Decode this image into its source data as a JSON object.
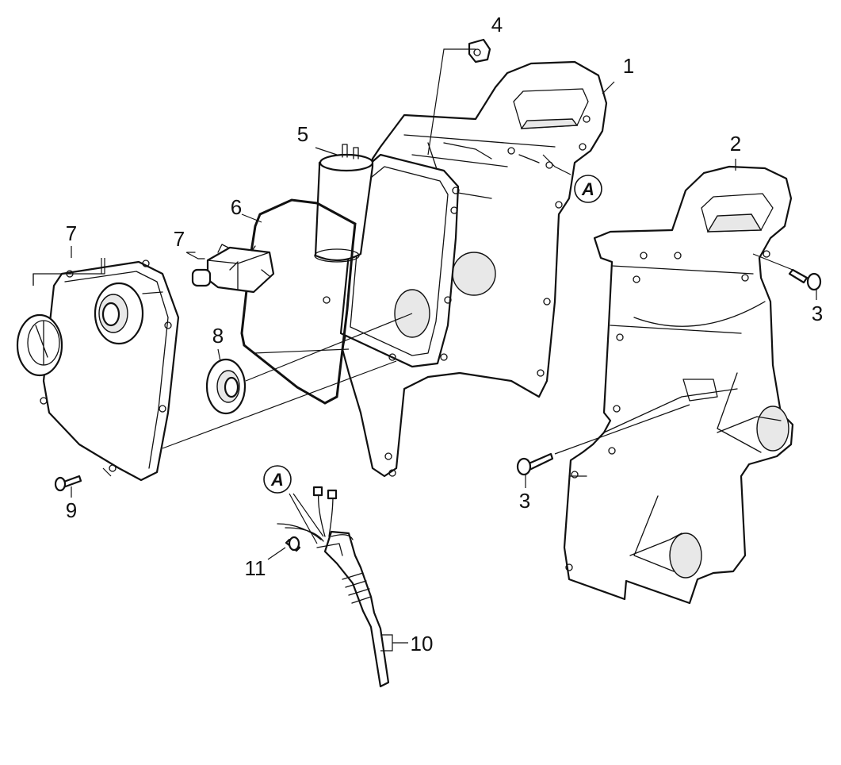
{
  "diagram": {
    "type": "exploded-parts-view",
    "callouts": [
      {
        "id": "c1",
        "label": "1"
      },
      {
        "id": "c2",
        "label": "2"
      },
      {
        "id": "c3a",
        "label": "3"
      },
      {
        "id": "c3b",
        "label": "3"
      },
      {
        "id": "c4",
        "label": "4"
      },
      {
        "id": "c5",
        "label": "5"
      },
      {
        "id": "c6",
        "label": "6"
      },
      {
        "id": "c7a",
        "label": "7"
      },
      {
        "id": "c7b",
        "label": "7"
      },
      {
        "id": "c8",
        "label": "8"
      },
      {
        "id": "c9",
        "label": "9"
      },
      {
        "id": "c10",
        "label": "10"
      },
      {
        "id": "c11",
        "label": "11"
      }
    ],
    "connection_tags": [
      {
        "id": "tagA1",
        "label": "A"
      },
      {
        "id": "tagA2",
        "label": "A"
      }
    ]
  }
}
